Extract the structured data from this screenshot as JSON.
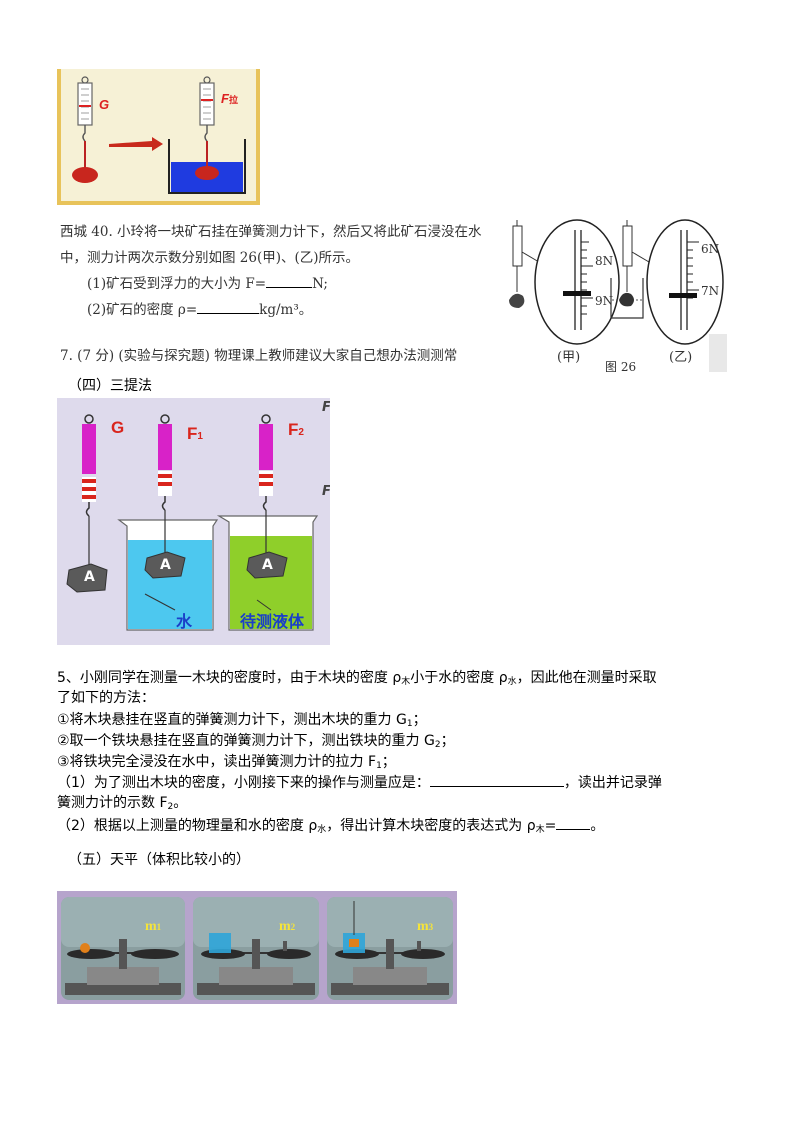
{
  "fig1": {
    "label_g": "G",
    "label_f": "F",
    "label_f_sub": "拉"
  },
  "fig2": {
    "line1": "西城 40. 小玲将一块矿石挂在弹簧测力计下，然后又将此矿石浸没在水",
    "line2": "中，测力计两次示数分别如图 26(甲)、(乙)所示。",
    "q1_prefix": "(1)矿石受到浮力的大小为 F=",
    "q1_unit": "N;",
    "q2_prefix": "(2)矿石的密度 ρ=",
    "q2_unit": "kg/m³。",
    "line_q7": "7.  (7 分) (实验与探究题) 物理课上教师建议大家自己想办法测测常",
    "readings_jia": [
      "8N",
      "9N"
    ],
    "readings_yi": [
      "6N",
      "7N"
    ],
    "label_jia": "(甲)",
    "label_yi": "(乙)",
    "fig_caption": "图 26"
  },
  "section4": {
    "heading": "（四）三提法"
  },
  "fig3": {
    "labels": [
      "G",
      "F1",
      "F2"
    ],
    "label_f": "F",
    "label_sub1": "1",
    "label_sub2": "2",
    "block_label": "A",
    "water_label": "水",
    "liquid_label": "待测液体",
    "edge_f": "F"
  },
  "problem5": {
    "intro_a": "5、小刚同学在测量一木块的密度时，由于木块的密度 ρ",
    "intro_sub1": "木",
    "intro_b": "小于水的密度 ρ",
    "intro_sub2": "水",
    "intro_c": "，因此他在测量时采取",
    "intro_line2": "了如下的方法：",
    "step1": "①将木块悬挂在竖直的弹簧测力计下，测出木块的重力 G",
    "step1_sub": "1",
    "step1_end": "；",
    "step2": "②取一个铁块悬挂在竖直的弹簧测力计下，测出铁块的重力 G",
    "step2_sub": "2",
    "step2_end": "；",
    "step3": "③将铁块完全浸没在水中，读出弹簧测力计的拉力 F",
    "step3_sub": "1",
    "step3_end": "；",
    "q1_a": "（1）为了测出木块的密度，小刚接下来的操作与测量应是：",
    "q1_b": "，读出并记录弹",
    "q1_line2_a": "簧测力计的示数 F",
    "q1_line2_sub": "2",
    "q1_line2_end": "。",
    "q2_a": "（2）根据以上测量的物理量和水的密度 ρ",
    "q2_sub1": "水",
    "q2_b": "，得出计算木块密度的表达式为 ρ",
    "q2_sub2": "木",
    "q2_c": "=",
    "q2_end": "。"
  },
  "section5": {
    "heading": "（五）天平（体积比较小的）"
  },
  "fig4": {
    "labels": [
      "m",
      "m",
      "m"
    ],
    "subs": [
      "1",
      "2",
      "3"
    ]
  }
}
